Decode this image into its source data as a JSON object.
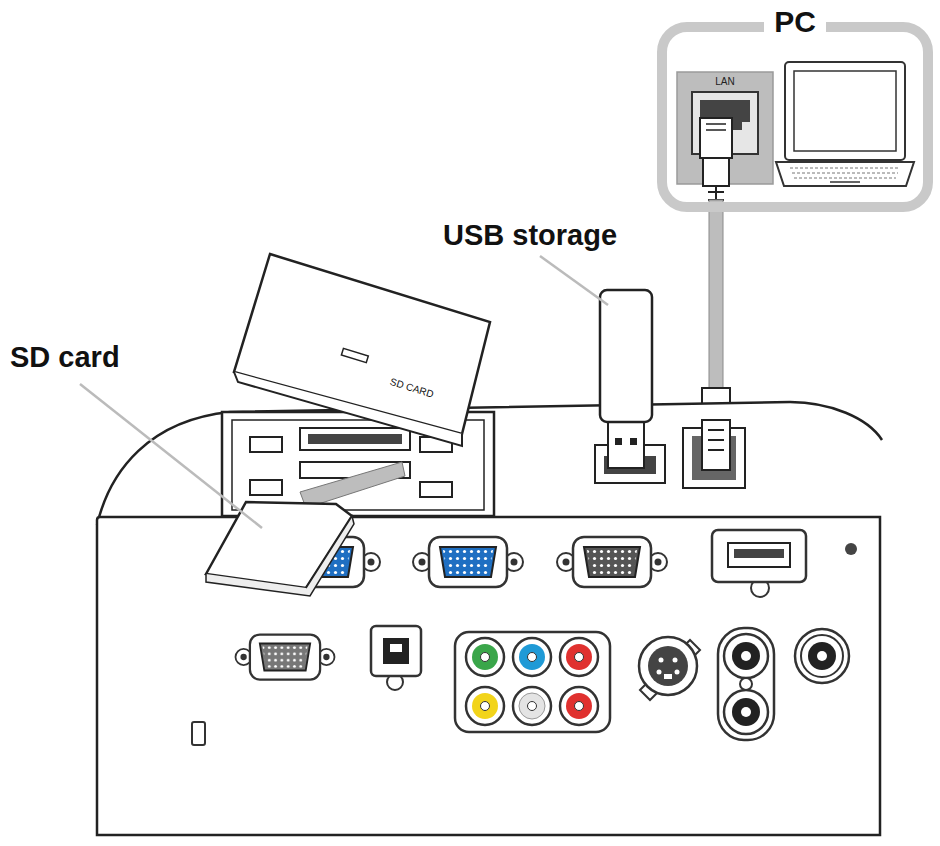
{
  "diagram": {
    "nodes": [
      {
        "text": [
          "PC"
        ]
      },
      {
        "text": [
          "LAN"
        ],
        "in": 0
      }
    ],
    "labels": [
      "USB storage",
      "SD card",
      "SD CARD"
    ]
  }
}
